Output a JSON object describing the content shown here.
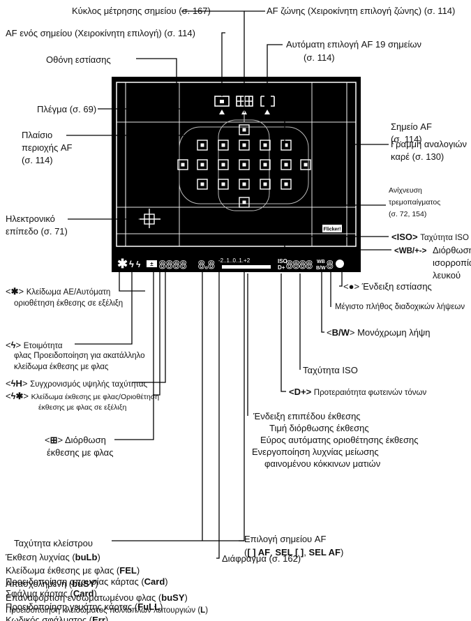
{
  "colors": {
    "viewfinder_bg": "#000000",
    "line": "#ffffff",
    "callout": "#000000",
    "paper": "#ffffff"
  },
  "icons": [
    "star-icon",
    "flash-icon",
    "flash-exposure-comp-icon",
    "focus-dot-icon",
    "electronic-level-icon",
    "flicker-icon"
  ],
  "top": {
    "spot_metering": "Κύκλος μέτρησης σημείου (σ. 167)",
    "zone_af": "AF ζώνης (Χειροκίνητη επιλογή ζώνης) (σ. 114)",
    "single_point_af": "AF ενός σημείου (Χειροκίνητη επιλογή) (σ. 114)",
    "auto_af_line1": "Αυτόματη επιλογή AF 19 σημείων",
    "auto_af_line2": "(σ. 114)"
  },
  "left": {
    "focusing_screen": "Οθόνη εστίασης",
    "grid": "Πλέγμα (σ. 69)",
    "af_area_line1": "Πλαίσιο",
    "af_area_line2": "περιοχής AF",
    "af_area_line3": "(σ. 114)",
    "level_line1": "Ηλεκτρονικό",
    "level_line2": "επίπεδο (σ. 71)"
  },
  "right": {
    "af_point_line1": "Σημείο AF",
    "af_point_line2": "(σ. 114)",
    "aspect_line1": "Γραμμή αναλογιών",
    "aspect_line2": "καρέ (σ. 130)",
    "flicker_line1": "Ανίχνευση",
    "flicker_line2": "τρεμοπαίγματος",
    "flicker_line3": "(σ. 72, 154)",
    "iso_icon": "<ISO>",
    "iso_text": "Ταχύτητα ISO",
    "wb_icon": "<WB/+->",
    "wb_line1": "Διόρθωση",
    "wb_line2": "ισορροπίας",
    "wb_line3": "λευκού",
    "focus_open": "<",
    "focus_close": ">",
    "focus_text": "Ένδειξη εστίασης",
    "max_burst": "Μέγιστο πλήθος διαδοχικών λήψεων",
    "bw_prefix": "<",
    "bw_icon": "B/W",
    "bw_suffix": "> Μονόχρωμη λήψη",
    "iso_speed": "Ταχύτητα ISO",
    "d_plus": "<D+>",
    "d_plus_text": "Προτεραιότητα φωτεινών τόνων"
  },
  "display": {
    "digits_shutter": "8888",
    "digits_aperture": "8.8",
    "meter_scale": "-2..1..0..1.+2",
    "iso_label": "ISO",
    "d_plus_label": "D+",
    "digits_iso": "8888",
    "bw_label": "B/W",
    "digits_burst": "8"
  },
  "left_lower": {
    "ae_lock_open": "<",
    "ae_lock_close": ">",
    "ae_lock_line1": "Κλείδωμα AE/Αυτόματη",
    "ae_lock_line2": "οριοθέτηση έκθεσης σε εξέλιξη",
    "flash_ready_open": "<",
    "flash_ready_close": ">",
    "flash_ready_line1": "Ετοιμότητα",
    "flash_ready_line2": "φλας Προειδοποίηση για ακατάλληλο",
    "flash_ready_line3": "κλείδωμα έκθεσης με φλας",
    "hss_open": "<",
    "hss_close": ">",
    "hss_text": "Συγχρονισμός υψηλής ταχύτητας",
    "fel_open": "<",
    "fel_close": ">",
    "fel_line1": "Κλείδωμα έκθεσης με φλας/Οριοθέτηση",
    "fel_line2": "έκθεσης με φλας σε εξέλιξη",
    "fec_open": "<",
    "fec_close": ">",
    "fec_line1": "Διόρθωση",
    "fec_line2": "έκθεσης με φλας"
  },
  "center_lower": {
    "exposure_level": "Ένδειξη επιπέδου έκθεσης",
    "exp_comp": "Τιμή διόρθωσης έκθεσης",
    "aeb_range": "Εύρος αυτόματης οριοθέτησης έκθεσης",
    "red_eye_line1": "Ενεργοποίηση λυχνίας μείωσης",
    "red_eye_line2": "φαινομένου κόκκινων ματιών",
    "af_point_select": "Επιλογή σημείου AF",
    "af_mode_open": "(",
    "af_mode_a": "[ ] AF",
    "af_mode_sep1": ", ",
    "af_mode_b": "SEL [ ]",
    "af_mode_sep2": ", ",
    "af_mode_c": "SEL AF",
    "af_mode_close": ")",
    "aperture": "Διάφραγμα (σ. 162)"
  },
  "bottom_list": [
    {
      "text": "Ταχύτητα κλείστρου",
      "code": ""
    },
    {
      "text": "Έκθεση λυχνίας (",
      "code": "buLb",
      "end": ")"
    },
    {
      "text": "Κλείδωμα έκθεσης με φλας (",
      "code": "FEL",
      "end": ")"
    },
    {
      "text": "Απασχολημένη (",
      "code": "buSY",
      "end": ")"
    },
    {
      "text": "Επαναφόρτιση ενσωματωμένου φλας (",
      "code": "buSY",
      "end": ")"
    },
    {
      "text": "Προειδοποίηση κλειδώματος πολλαπλών λειτουργιών (",
      "code": "L",
      "end": ")"
    },
    {
      "text": "Προειδοποίηση απουσίας κάρτας (",
      "code": "Card",
      "end": ")"
    },
    {
      "text": "Σφάλμα κάρτας (",
      "code": "Card",
      "end": ")"
    },
    {
      "text": "Προειδοποίηση γεμάτης κάρτας (",
      "code": "FuLL",
      "end": ")"
    },
    {
      "text": "Κωδικός σφάλματος (",
      "code": "Err",
      "end": ")"
    }
  ]
}
